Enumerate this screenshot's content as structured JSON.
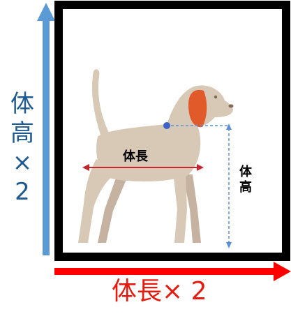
{
  "labels": {
    "outer_height": [
      "体",
      "高",
      "×",
      "2"
    ],
    "outer_length": "体長× 2",
    "body_length": "体長",
    "body_height": [
      "体",
      "高"
    ]
  },
  "colors": {
    "vertical_arrow": "#5b9bd5",
    "horizontal_arrow": "#ff0000",
    "vertical_text": "#1f5a91",
    "horizontal_text": "#e8190d",
    "frame": "#000000",
    "dog_body": "#d8c8b6",
    "dog_shadow_legs": "#c6b2a0",
    "dog_ear": "#e05a2a",
    "collar_dot": "#3d63c9",
    "body_length_line": "#c0282e",
    "height_line": "#5b8fd6"
  }
}
